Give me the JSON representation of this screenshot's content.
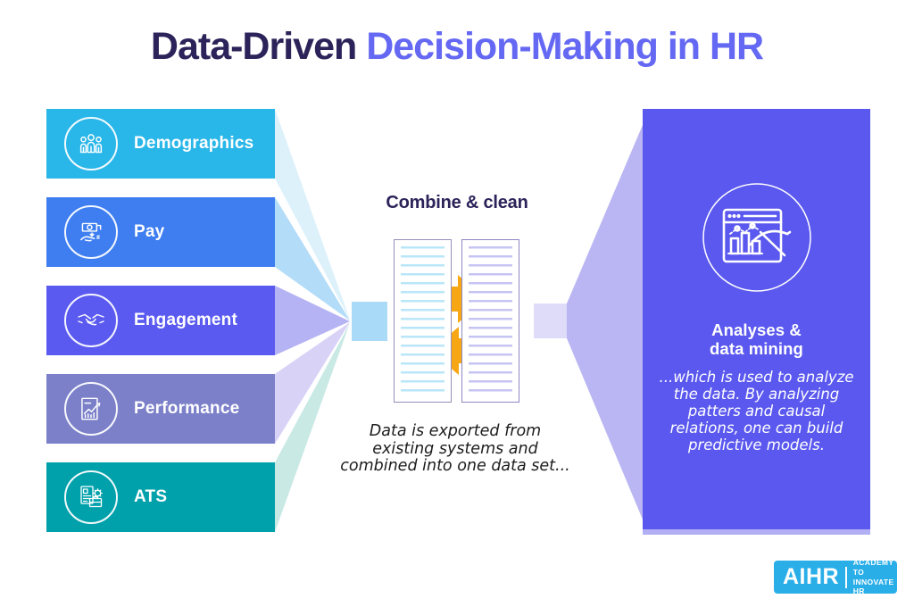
{
  "title": {
    "prefix": "Data-Driven ",
    "accent": "Decision-Making in HR"
  },
  "colors": {
    "title_dark": "#2b2359",
    "title_accent": "#6468f2",
    "orange_arrow": "#f7a713",
    "connector_left": "#a9dbf8",
    "connector_right": "#dedcf8",
    "white": "#ffffff"
  },
  "sources": {
    "items": [
      {
        "label": "Demographics",
        "icon": "people-icon",
        "color": "#29b6e8",
        "funnel_color": "#ddf1fb"
      },
      {
        "label": "Pay",
        "icon": "hand-money-icon",
        "color": "#3e7ef0",
        "funnel_color": "#b3dcf8"
      },
      {
        "label": "Engagement",
        "icon": "handshake-icon",
        "color": "#5a5af0",
        "funnel_color": "#b6b3f4"
      },
      {
        "label": "Performance",
        "icon": "chart-doc-icon",
        "color": "#7b80c9",
        "funnel_color": "#d8d2f7"
      },
      {
        "label": "ATS",
        "icon": "resume-gear-icon",
        "color": "#00a1ab",
        "funnel_color": "#c9e9e5"
      }
    ]
  },
  "pipeline": {
    "heading": "Combine & clean",
    "caption": "Data is exported from\nexisting systems and\ncombined into one data set...",
    "docs": {
      "left": {
        "border_color": "#968fb9",
        "line_color": "#b9e6f8"
      },
      "right": {
        "border_color": "#8d87c2",
        "line_color": "#c6c4f3"
      }
    }
  },
  "analysis": {
    "heading": "Analyses &\ndata mining",
    "body": "...which is used to analyze\nthe data. By analyzing\npatters and causal\nrelations, one can build\npredictive models.",
    "icon": "data-mining-icon",
    "box_color": "#5a58ee",
    "box_edge_color": "#b2aff4",
    "funnel_color": "#b9b6f3"
  },
  "logo": {
    "brand": "AIHR",
    "tagline_line1": "ACADEMY TO",
    "tagline_line2": "INNOVATE HR",
    "bg_color": "#29aee8"
  }
}
